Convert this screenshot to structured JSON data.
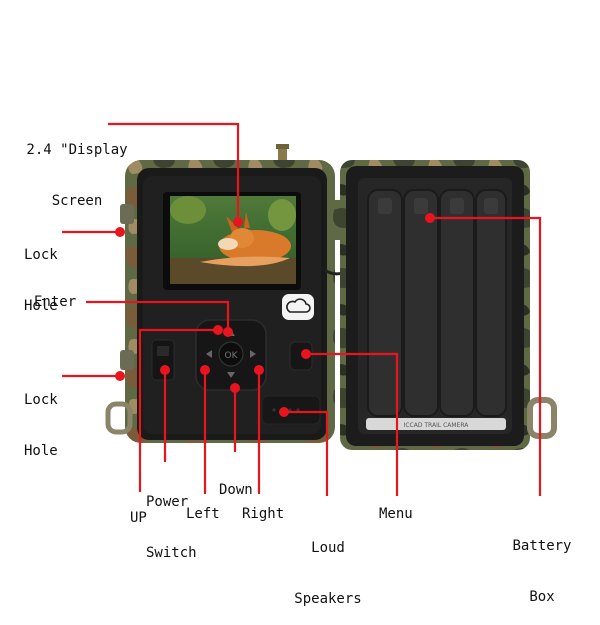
{
  "labels": {
    "display_screen": [
      "2.4 \"Display",
      "Screen"
    ],
    "lock_hole_top": [
      "Lock",
      "Hole"
    ],
    "enter": "Enter",
    "lock_hole_bottom": [
      "Lock",
      "Hole"
    ],
    "power_switch": [
      "Power",
      "Switch"
    ],
    "down": "Down",
    "up": "UP",
    "left": "Left",
    "right": "Right",
    "loud_speakers": [
      "Loud",
      "Speakers"
    ],
    "menu": "Menu",
    "battery_box": [
      "Battery",
      "Box"
    ]
  },
  "device": {
    "ok_key": "OK",
    "battery_plate": "ICCAD TRAIL CAMERA"
  },
  "colors": {
    "callout": "#e8141e",
    "camo_green": "#5f6a45",
    "camo_brown": "#7a5c3a",
    "body_black": "#1a1a1a"
  },
  "icons": [
    "cloud-icon",
    "ok-button",
    "arrow-icons"
  ]
}
